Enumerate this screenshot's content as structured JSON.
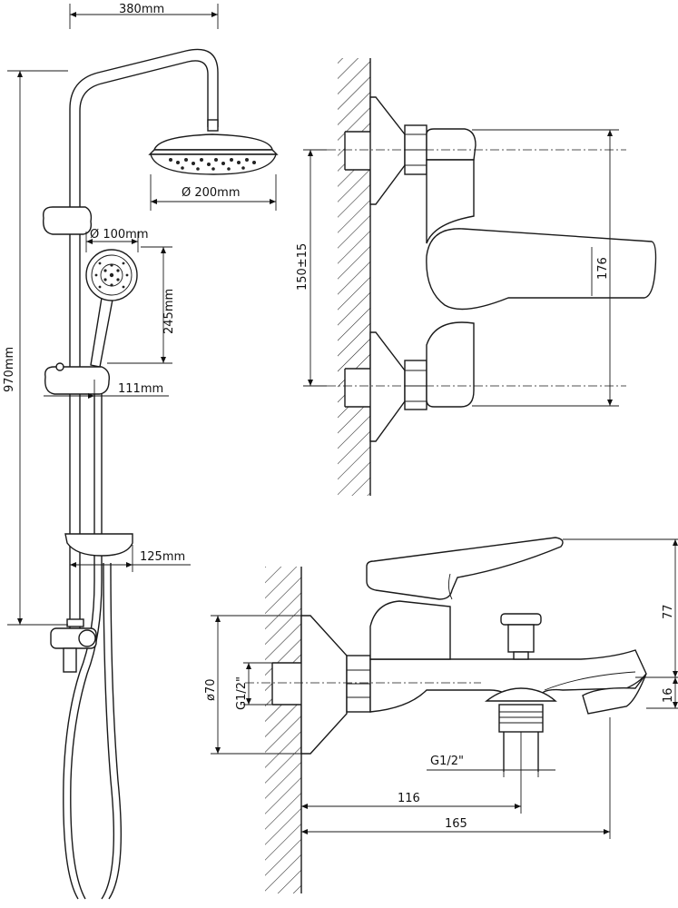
{
  "dimensions": {
    "rail_width": "380mm",
    "total_height": "970mm",
    "head_diameter": "Ø 200mm",
    "hand_diameter": "Ø 100mm",
    "hand_length": "245mm",
    "slider_offset": "111mm",
    "soap_offset": "125mm",
    "mixer_centers": "150±15",
    "mixer_height": "176",
    "spout_height": "77",
    "spout_base": "16",
    "rosette_diameter": "ø70",
    "thread_inlet": "G1/2\"",
    "thread_outlet": "G1/2\"",
    "depth_outlet": "116",
    "depth_total": "165"
  }
}
